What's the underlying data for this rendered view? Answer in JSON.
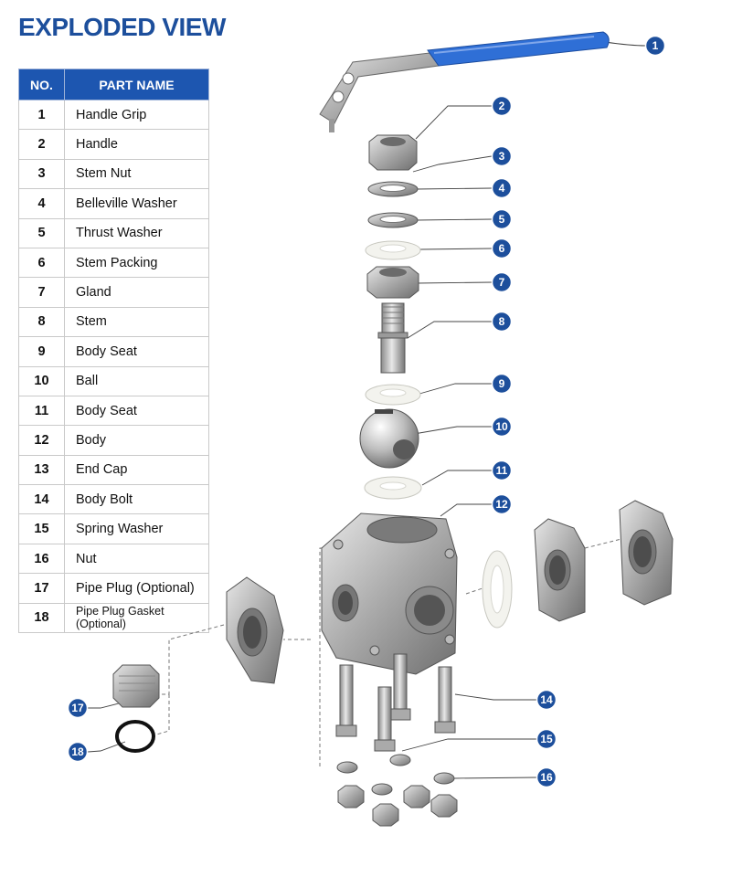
{
  "title": "EXPLODED VIEW",
  "table": {
    "headers": {
      "no": "NO.",
      "name": "PART NAME"
    },
    "rows": [
      {
        "no": "1",
        "name": "Handle Grip"
      },
      {
        "no": "2",
        "name": "Handle"
      },
      {
        "no": "3",
        "name": "Stem Nut"
      },
      {
        "no": "4",
        "name": "Belleville Washer"
      },
      {
        "no": "5",
        "name": "Thrust Washer"
      },
      {
        "no": "6",
        "name": "Stem Packing"
      },
      {
        "no": "7",
        "name": "Gland"
      },
      {
        "no": "8",
        "name": "Stem"
      },
      {
        "no": "9",
        "name": "Body Seat"
      },
      {
        "no": "10",
        "name": "Ball"
      },
      {
        "no": "11",
        "name": "Body Seat"
      },
      {
        "no": "12",
        "name": "Body"
      },
      {
        "no": "13",
        "name": "End Cap"
      },
      {
        "no": "14",
        "name": "Body Bolt"
      },
      {
        "no": "15",
        "name": "Spring Washer"
      },
      {
        "no": "16",
        "name": "Nut"
      },
      {
        "no": "17",
        "name": "Pipe Plug (Optional)"
      },
      {
        "no": "18",
        "name": "Pipe Plug Gasket (Optional)"
      }
    ]
  },
  "callouts": [
    "1",
    "2",
    "3",
    "4",
    "5",
    "6",
    "7",
    "8",
    "9",
    "10",
    "11",
    "12",
    "14",
    "15",
    "16",
    "17",
    "18"
  ],
  "colors": {
    "title": "#1d4f9c",
    "header": "#1d56b0",
    "callout": "#1d4f9c",
    "handle_grip": "#2f6fd6",
    "steel": "#b9b9b9",
    "ptfe": "#f3f3ee"
  }
}
